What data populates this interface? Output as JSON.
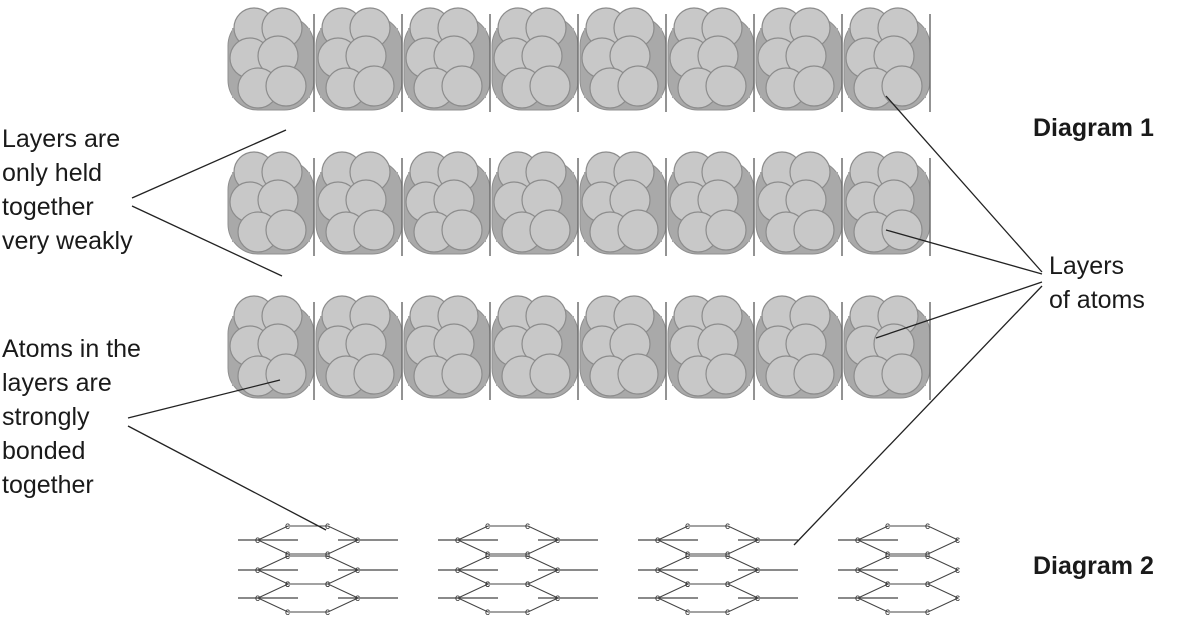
{
  "diagram_1": {
    "title": "Diagram 1",
    "layer_count": 3,
    "atom_block_count": 8,
    "colors": {
      "block": "#a9a9a9",
      "atom": "#c8c8c8",
      "atom_edge": "#8c8c8c"
    }
  },
  "diagram_2": {
    "title": "Diagram 2",
    "atom_symbol": "C",
    "row_count": 3
  },
  "labels": {
    "weak": [
      "Layers are",
      "only held",
      "together",
      "very weakly"
    ],
    "strong": [
      "Atoms in the",
      "layers are",
      "strongly",
      "bonded",
      "together"
    ],
    "layers": [
      "Layers",
      "of atoms"
    ]
  }
}
